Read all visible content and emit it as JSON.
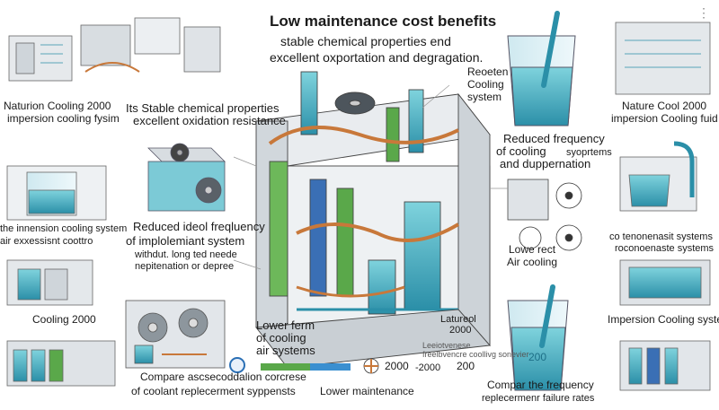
{
  "header": {
    "title": "Low maintenance cost benefits",
    "subtitle_1": "stable chemical properties end",
    "subtitle_2": "excellent oxportation and degragation."
  },
  "left_column": {
    "label_1a": "Naturion Cooling 2000",
    "label_1b": "impersion cooling fysim",
    "label_2a": "the innension cooling system",
    "label_2b": "air exxessisnt coottro",
    "label_3": "Cooling 2000"
  },
  "center_left": {
    "label_a": "Its Stable chemical properties",
    "label_b": "excellent oxidation resistance",
    "freq_1": "Reduced ideol freqluency",
    "freq_2": "of implolemiant system",
    "freq_3": "withdut. long ted neede",
    "freq_4": "nepitenation or depree"
  },
  "center_bottom": {
    "lower_1": "Lower ferm",
    "lower_2": "of cooling",
    "lower_3": "air systems",
    "compare_1": "Compare ascsecoddalion corcrese",
    "compare_2": "of coolant replecerment syppensts",
    "lower_maintenance": "Lower maintenance",
    "year_a": "2000",
    "year_b": "200",
    "dash": "-2000",
    "note_1": "Leeiotvenese",
    "note_2": "Latureol",
    "note_3": "2000",
    "tiny_1": "freelbvencre coollivg sonevier"
  },
  "right_column": {
    "reeter_1": "Reoeten",
    "reeter_2": "Cooling",
    "reeter_3": "system",
    "reduced_1": "Reduced frequency",
    "reduced_2": "of cooling",
    "reduced_2b": "syoprtems",
    "reduced_3": "and duppernation",
    "nature_1": "Nature Cool 2000",
    "nature_2": "impersion Cooling fuid",
    "lower_1": "Lowe rect",
    "lower_2": "Air cooling",
    "systems_1": "co tenonenasit systems",
    "systems_2": "roconoenaste systems",
    "impersion": "Impersion Cooling system",
    "compar_1": "Compar the frequency",
    "compar_2": "replecermenr failure rates",
    "beaker_label": "200"
  },
  "colors": {
    "accent_blue": "#3a8fd0",
    "water": "#4fb8c8",
    "copper": "#c8783a",
    "green": "#5aa84a"
  }
}
